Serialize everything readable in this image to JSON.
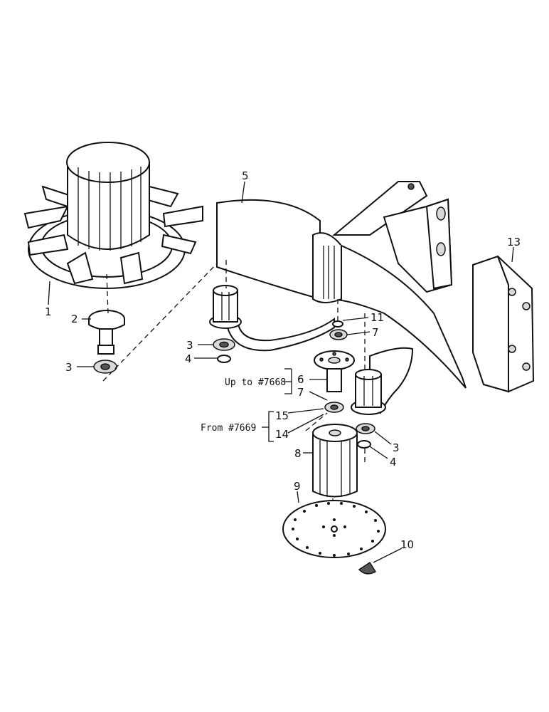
{
  "callouts": {
    "p1": "1",
    "p2": "2",
    "p3a": "3",
    "p3b": "3",
    "p3c": "3",
    "p4a": "4",
    "p4b": "4",
    "p5": "5",
    "p6": "6",
    "p7a": "7",
    "p7b": "7",
    "p8": "8",
    "p9": "9",
    "p10": "10",
    "p11": "11",
    "p13": "13",
    "p14": "14",
    "p15": "15"
  },
  "notes": {
    "up_to": "Up to #7668",
    "from": "From #7669"
  }
}
